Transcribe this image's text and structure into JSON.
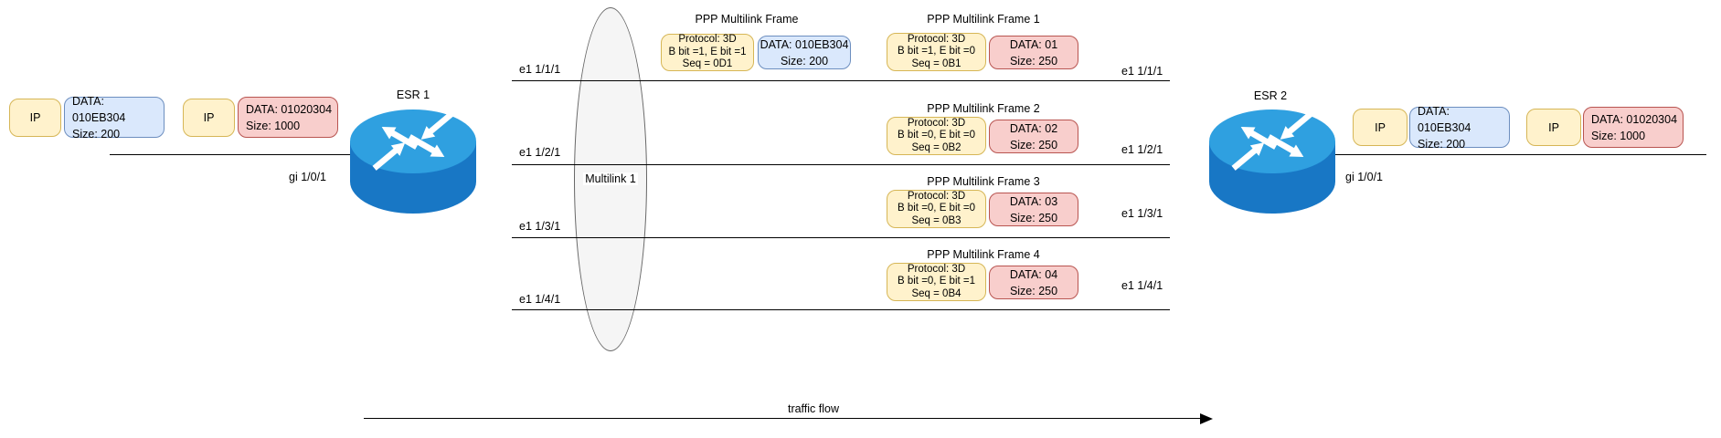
{
  "left": {
    "router_label": "ESR 1",
    "port_label": "gi 1/0/1",
    "packets": [
      {
        "proto": "IP",
        "data": "DATA: 010EB304",
        "size": "Size: 200"
      },
      {
        "proto": "IP",
        "data": "DATA: 01020304",
        "size": "Size: 1000"
      }
    ]
  },
  "right": {
    "router_label": "ESR 2",
    "port_label": "gi 1/0/1",
    "packets": [
      {
        "proto": "IP",
        "data": "DATA: 010EB304",
        "size": "Size: 200"
      },
      {
        "proto": "IP",
        "data": "DATA: 01020304",
        "size": "Size: 1000"
      }
    ]
  },
  "multilink_label": "Multilink 1",
  "links": [
    {
      "left_label": "e1 1/1/1",
      "right_label": "e1 1/1/1"
    },
    {
      "left_label": "e1 1/2/1",
      "right_label": "e1 1/2/1"
    },
    {
      "left_label": "e1 1/3/1",
      "right_label": "e1 1/3/1"
    },
    {
      "left_label": "e1 1/4/1",
      "right_label": "e1 1/4/1"
    }
  ],
  "top_frame": {
    "title": "PPP Multilink Frame",
    "protocol": "Protocol: 3D",
    "bits": "B bit =1, E bit =1",
    "seq": "Seq = 0D1",
    "data": "DATA: 010EB304",
    "size": "Size: 200"
  },
  "frames": [
    {
      "title": "PPP Multilink Frame 1",
      "protocol": "Protocol: 3D",
      "bits": "B bit =1, E bit =0",
      "seq": "Seq = 0B1",
      "data": "DATA: 01",
      "size": "Size: 250"
    },
    {
      "title": "PPP Multilink Frame 2",
      "protocol": "Protocol: 3D",
      "bits": "B bit =0, E bit =0",
      "seq": "Seq = 0B2",
      "data": "DATA: 02",
      "size": "Size: 250"
    },
    {
      "title": "PPP Multilink Frame 3",
      "protocol": "Protocol: 3D",
      "bits": "B bit =0, E bit =0",
      "seq": "Seq = 0B3",
      "data": "DATA: 03",
      "size": "Size: 250"
    },
    {
      "title": "PPP Multilink Frame 4",
      "protocol": "Protocol: 3D",
      "bits": "B bit =0, E bit =1",
      "seq": "Seq = 0B4",
      "data": "DATA: 04",
      "size": "Size: 250"
    }
  ],
  "traffic_flow_label": "traffic flow",
  "colors": {
    "yellow_fill": "#FFF2CC",
    "yellow_stroke": "#D6B656",
    "blue_fill": "#DAE8FC",
    "blue_stroke": "#6C8EBF",
    "red_fill": "#F8CECC",
    "red_stroke": "#B85450",
    "ellipse_fill": "#F5F5F5",
    "ellipse_stroke": "#666666",
    "router_top": "#2FA0E0",
    "router_body": "#1877C5",
    "line": "#000000"
  }
}
